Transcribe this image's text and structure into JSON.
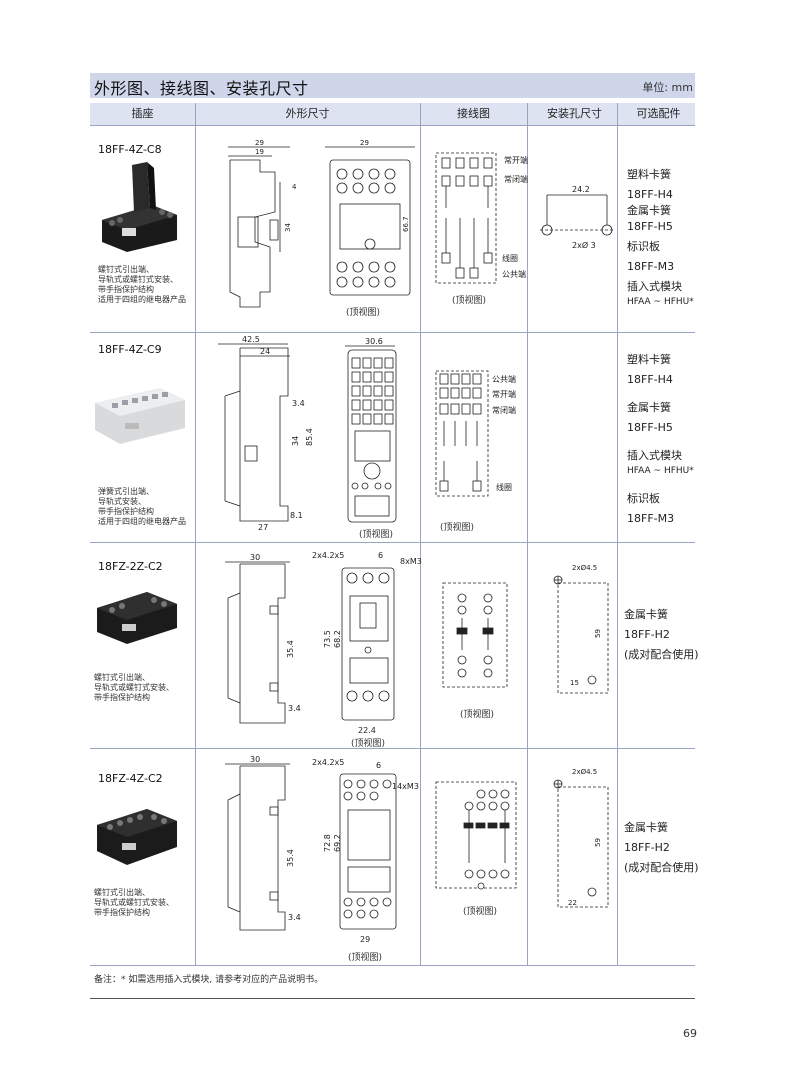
{
  "header": {
    "title": "外形图、接线图、安装孔尺寸",
    "unit": "单位: mm"
  },
  "columns": [
    "插座",
    "外形尺寸",
    "接线图",
    "安装孔尺寸",
    "可选配件"
  ],
  "rows": [
    {
      "model": "18FF-4Z-C8",
      "desc": [
        "螺钉式引出端、",
        "导轨式或螺钉式安装、",
        "带手指保护结构",
        "适用于四组的继电器产品"
      ],
      "dims": [
        "29",
        "19",
        "4",
        "34",
        "29",
        "66.7"
      ],
      "view": "(顶视图)",
      "wiring_labels": [
        "常开端",
        "常闭端",
        "线圈",
        "公共端"
      ],
      "wiring_view": "(顶视图)",
      "mount": [
        "24.2",
        "2xØ 3"
      ],
      "accessories": [
        "塑料卡簧",
        "18FF-H4",
        "金属卡簧",
        "18FF-H5",
        "标识板",
        "18FF-M3",
        "插入式模块",
        "HFAA ~ HFHU*"
      ]
    },
    {
      "model": "18FF-4Z-C9",
      "desc": [
        "弹簧式引出端、",
        "导轨式安装、",
        "带手指保护结构",
        "适用于四组的继电器产品"
      ],
      "dims": [
        "42.5",
        "24",
        "3.4",
        "34",
        "85.4",
        "27",
        "30.6",
        "8.1"
      ],
      "view": "(顶视图)",
      "wiring_labels": [
        "公共端",
        "常开端",
        "常闭端",
        "线圈"
      ],
      "wiring_view": "(顶视图)",
      "accessories": [
        "塑料卡簧",
        "18FF-H4",
        "金属卡簧",
        "18FF-H5",
        "插入式模块",
        "HFAA ~ HFHU*",
        "标识板",
        "18FF-M3"
      ]
    },
    {
      "model": "18FZ-2Z-C2",
      "desc": [
        "螺钉式引出端、",
        "导轨式或螺钉式安装、",
        "带手指保护结构"
      ],
      "dims": [
        "30",
        "2x4.2x5",
        "6",
        "8xM3",
        "35.4",
        "73.5",
        "68.2",
        "3.4",
        "22.4"
      ],
      "view": "(顶视图)",
      "wiring_view": "(顶视图)",
      "mount": [
        "2xØ4.5",
        "59",
        "15"
      ],
      "accessories": [
        "金属卡簧",
        "18FF-H2",
        "(成对配合使用)"
      ]
    },
    {
      "model": "18FZ-4Z-C2",
      "desc": [
        "螺钉式引出端、",
        "导轨式或螺钉式安装、",
        "带手指保护结构"
      ],
      "dims": [
        "30",
        "2x4.2x5",
        "6",
        "14xM3",
        "35.4",
        "72.8",
        "69.2",
        "3.4",
        "29"
      ],
      "view": "(顶视图)",
      "wiring_view": "(顶视图)",
      "mount": [
        "2xØ4.5",
        "59",
        "22"
      ],
      "accessories": [
        "金属卡簧",
        "18FF-H2",
        "(成对配合使用)"
      ]
    }
  ],
  "note": "备注：* 如需选用插入式模块, 请参考对应的产品说明书。",
  "page_number": "69"
}
